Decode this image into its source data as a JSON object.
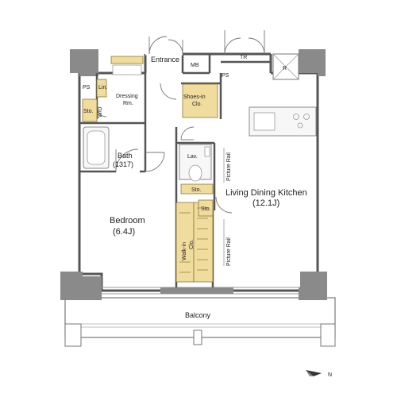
{
  "labels": {
    "entrance": "Entrance",
    "mb": "MB",
    "tr": "TR",
    "ps_top": "PS",
    "ps_left": "PS",
    "lin": "Lin.",
    "dressing": "Dressing",
    "dressing_rm": "Rm.",
    "wd": "W/D",
    "sto_dressing": "Sto.",
    "shoes_in": "Shoes-in",
    "shoes_clo": "Clo.",
    "bath": "Bath",
    "bath_size": "(1317)",
    "lav": "Lav.",
    "sto_lav": "Sto.",
    "sto_ldk": "Sto.",
    "picture_rail_1": "Picture Rail",
    "picture_rail_2": "Picture Rail",
    "walk_in": "Walk-in",
    "walk_in_clo": "Clo.",
    "ldk": "Living Dining Kitchen",
    "ldk_size": "(12.1J)",
    "bedroom": "Bedroom",
    "bedroom_size": "(6.4J)",
    "r": "R",
    "balcony": "Balcony",
    "north": "N"
  },
  "colors": {
    "storage_fill": "#f0dc9c",
    "column_fill": "#8a8a8a",
    "wall_stroke": "#555555"
  }
}
